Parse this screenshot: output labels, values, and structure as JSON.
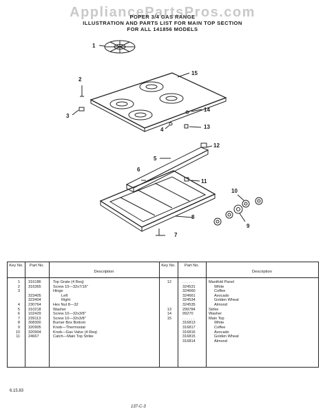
{
  "watermark": "AppliancePartsPros.com",
  "header": {
    "line1": "POPER 3/4 GAS RANGE",
    "line2": "ILLUSTRATION AND PARTS LIST FOR MAIN TOP SECTION",
    "line3": "FOR ALL 141856 MODELS"
  },
  "callouts": [
    "1",
    "2",
    "3",
    "4",
    "5",
    "6",
    "7",
    "8",
    "9",
    "10",
    "11",
    "12",
    "13",
    "14",
    "15"
  ],
  "table": {
    "headers": {
      "key": "Key No.",
      "part": "Part No.",
      "desc": "Description"
    },
    "left_rows": [
      {
        "key": "1",
        "part": "316186",
        "desc": "Top Grate (4 Req)"
      },
      {
        "key": "2",
        "part": "316365",
        "desc": "Screw 10—32x7/16\""
      },
      {
        "key": "3",
        "part": "",
        "desc": "Hinge"
      },
      {
        "key": "",
        "part": "323405",
        "desc": "Left"
      },
      {
        "key": "",
        "part": "323404",
        "desc": "Right"
      },
      {
        "key": "4",
        "part": "230764",
        "desc": "Hex Nut 8—32"
      },
      {
        "key": "5",
        "part": "310218",
        "desc": "Washer"
      },
      {
        "key": "6",
        "part": "102429",
        "desc": "Screw 10—32x3/8\""
      },
      {
        "key": "7",
        "part": "239113",
        "desc": "Screw 10—32x3/8\""
      },
      {
        "key": "8",
        "part": "308300",
        "desc": "Burner Box Bottom"
      },
      {
        "key": "9",
        "part": "320905",
        "desc": "Knob—Thermostat"
      },
      {
        "key": "10",
        "part": "320904",
        "desc": "Knob—Gas Valve (4 Req)"
      },
      {
        "key": "11",
        "part": "24667",
        "desc": "Catch—Main Top Strike"
      }
    ],
    "right_rows": [
      {
        "key": "12",
        "part": ". . . . . .",
        "desc": "Manifold Panel"
      },
      {
        "key": "",
        "part": "324531",
        "desc": "White"
      },
      {
        "key": "",
        "part": "324660",
        "desc": "Coffee"
      },
      {
        "key": "",
        "part": "324661",
        "desc": "Avocado"
      },
      {
        "key": "",
        "part": "324534",
        "desc": "Golden Wheat"
      },
      {
        "key": "",
        "part": "324535",
        "desc": "Almond"
      },
      {
        "key": "13",
        "part": "299784",
        "desc": "Strike"
      },
      {
        "key": "14",
        "part": "99270",
        "desc": "Washer"
      },
      {
        "key": "15",
        "part": ". . . . . .",
        "desc": "Main Top"
      },
      {
        "key": "",
        "part": "316813",
        "desc": "White"
      },
      {
        "key": "",
        "part": "316817",
        "desc": "Coffee"
      },
      {
        "key": "",
        "part": "316816",
        "desc": "Avocado"
      },
      {
        "key": "",
        "part": "316815",
        "desc": "Golden Wheat"
      },
      {
        "key": "",
        "part": "316814",
        "desc": "Almond"
      }
    ]
  },
  "footer": {
    "date": "6.15.83",
    "code": "137-C-3"
  }
}
